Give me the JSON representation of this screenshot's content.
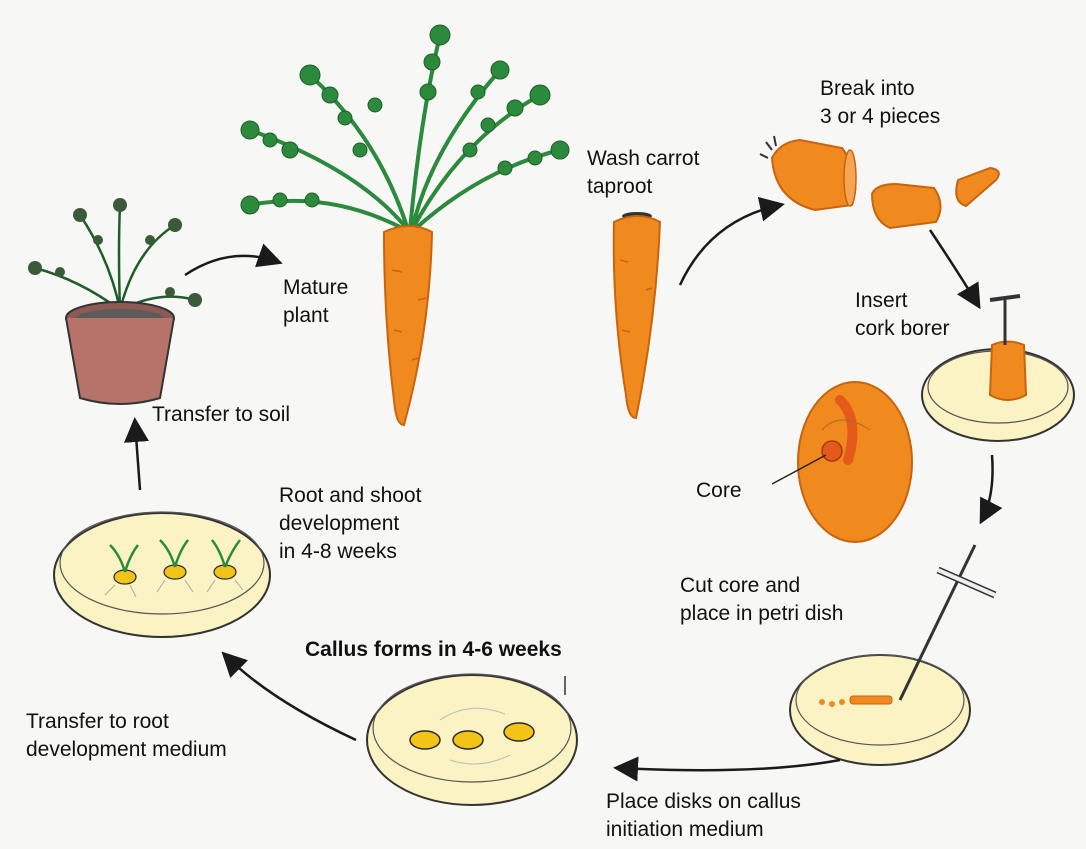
{
  "labels": {
    "mature_plant": [
      "Mature",
      "plant"
    ],
    "wash": [
      "Wash carrot",
      "taproot"
    ],
    "break": [
      "Break into",
      "3 or 4 pieces"
    ],
    "insert": [
      "Insert",
      "cork borer"
    ],
    "core": "Core",
    "cut": [
      "Cut core and",
      "place in petri dish"
    ],
    "place": [
      "Place disks on callus",
      "initiation medium"
    ],
    "callus": "Callus forms in 4-6 weeks",
    "transfer_root": [
      "Transfer to root",
      "development medium"
    ],
    "root_shoot": [
      "Root and shoot",
      "development",
      "in 4-8 weeks"
    ],
    "soil": "Transfer to soil"
  },
  "colors": {
    "carrot": "#f08a1e",
    "carrot_dark": "#c9630e",
    "leaf": "#2c8a3c",
    "leaf_dark": "#1d5e2a",
    "agar": "#fbf3c4",
    "pot": "#b5736a",
    "callus": "#f2c418"
  },
  "icons": [
    "carrot-plant",
    "potted-plant",
    "petri-dish",
    "cork-borer",
    "scalpel",
    "carrot-slice"
  ]
}
